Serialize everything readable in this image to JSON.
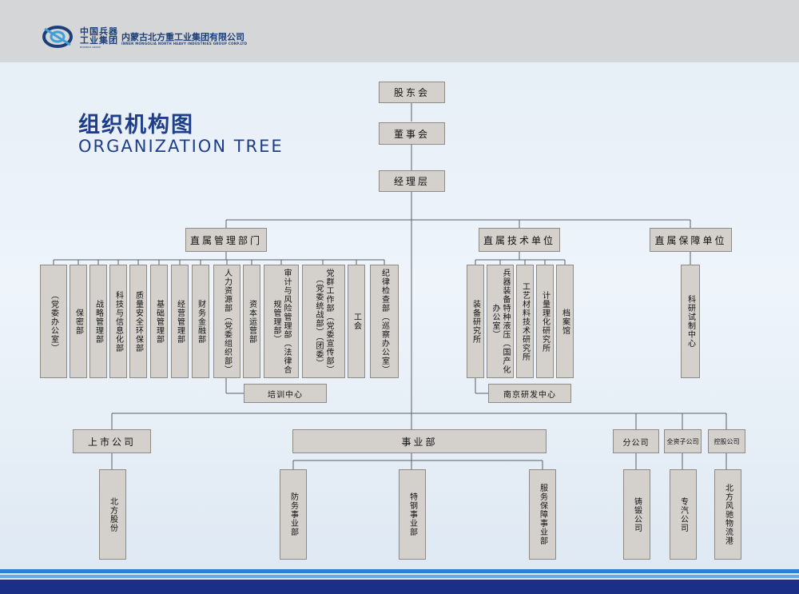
{
  "brand": {
    "group_cn_1": "中国兵器",
    "group_cn_2": "工业集团",
    "group_en": "NORINCO GROUP",
    "company_cn": "内蒙古北方重工业集团有限公司",
    "company_en": "INNER MONGOLIA NORTH HEAVY INDUSTRIES GROUP CORP.LTD"
  },
  "title": {
    "cn": "组织机构图",
    "en": "ORGANIZATION TREE"
  },
  "top": {
    "shareholders": "股东会",
    "board": "董事会",
    "management": "经理层"
  },
  "groups": {
    "direct_mgmt": "直属管理部门",
    "direct_tech": "直属技术单位",
    "direct_support": "直属保障单位"
  },
  "mgmt_depts": [
    "（党委办公室）",
    "保密部",
    "战略管理部",
    "科技与信息化部",
    "质量安全环保部",
    "基础管理部",
    "经营管理部",
    "财务金融部",
    "人力资源部（党委组织部）",
    "资本运营部",
    "审计与风险管理部（法律合规管理部）",
    "党群工作部（党委宣传部）（党委统战部）（团委）",
    "工会",
    "纪律检查部（巡察办公室）"
  ],
  "training_center": "培训中心",
  "tech_units": [
    "装备研究所",
    "兵器装备特种液压（国产化办公室）",
    "工艺材料技术研究所",
    "计量理化研究所",
    "档案馆"
  ],
  "nanjing_rd": "南京研发中心",
  "support_units": [
    "科研试制中心"
  ],
  "bottom_groups": {
    "listed": "上市公司",
    "business": "事业部",
    "branch": "分公司",
    "wholly_owned": "全资子公司",
    "holding": "控股公司"
  },
  "listed_items": [
    "北方股份"
  ],
  "business_items": [
    "防务事业部",
    "特钢事业部",
    "服务保障事业部"
  ],
  "branch_items": [
    "铸锻公司"
  ],
  "wholly_items": [
    "专汽公司"
  ],
  "holding_items": [
    "北方风驰物流港"
  ]
}
